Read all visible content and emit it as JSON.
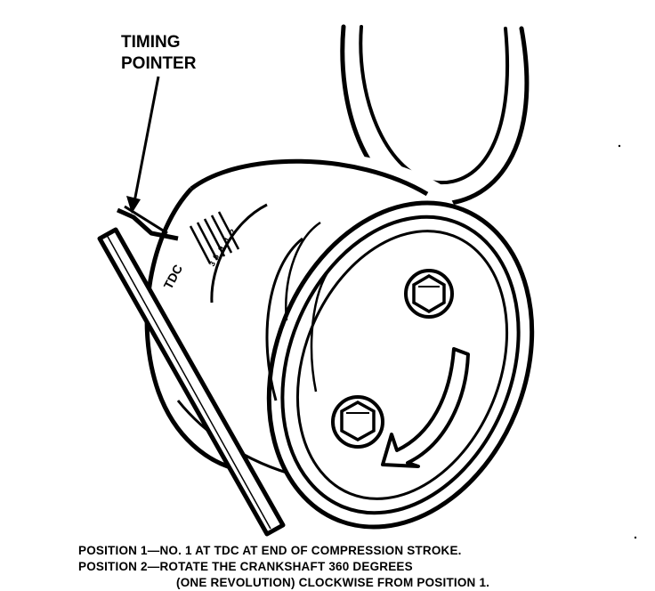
{
  "callout": {
    "line1": "TIMING",
    "line2": "POINTER"
  },
  "scale": {
    "tdc": "TDC",
    "marks": [
      "3",
      "6",
      "9",
      "1",
      "2"
    ]
  },
  "caption": {
    "line1": "POSITION 1—NO. 1 AT TDC AT END OF COMPRESSION STROKE.",
    "line2": "POSITION 2—ROTATE THE CRANKSHAFT 360 DEGREES",
    "line3": "(ONE REVOLUTION) CLOCKWISE FROM POSITION 1."
  },
  "colors": {
    "ink": "#000000",
    "paper": "#ffffff"
  }
}
